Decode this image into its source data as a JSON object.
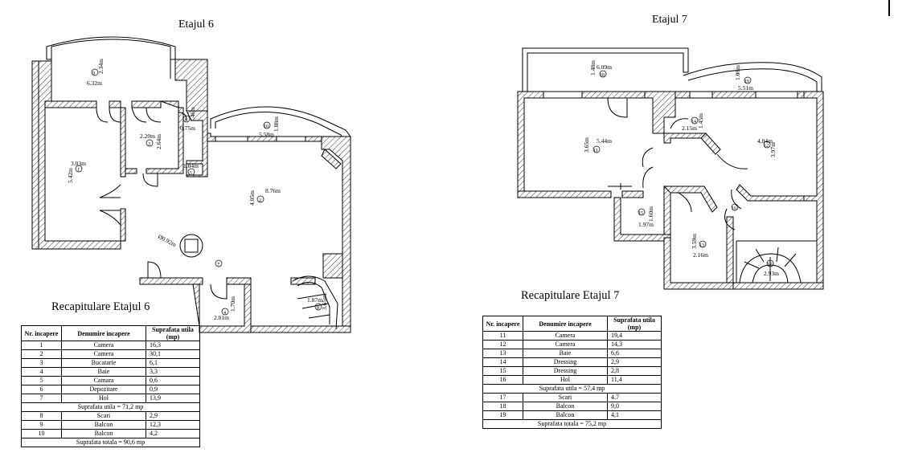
{
  "floor6": {
    "title": "Etajul 6",
    "recap_title": "Recapitulare Etajul 6",
    "headers": [
      "Nr. incapere",
      "Denumire incapere",
      "Suprafata utila (mp)"
    ],
    "rows": [
      {
        "nr": "1",
        "name": "Camera",
        "area": "16,3"
      },
      {
        "nr": "2",
        "name": "Camera",
        "area": "30,1"
      },
      {
        "nr": "3",
        "name": "Bucatarie",
        "area": "6,1"
      },
      {
        "nr": "4",
        "name": "Baie",
        "area": "3,3"
      },
      {
        "nr": "5",
        "name": "Camara",
        "area": "0,6"
      },
      {
        "nr": "6",
        "name": "Depozitare",
        "area": "0,9"
      },
      {
        "nr": "7",
        "name": "Hol",
        "area": "13,9"
      }
    ],
    "subtotal": "Suprafata utila = 71,2 mp",
    "extra_rows": [
      {
        "nr": "8",
        "name": "Scari",
        "area": "2,9"
      },
      {
        "nr": "9",
        "name": "Balcon",
        "area": "12,3"
      },
      {
        "nr": "10",
        "name": "Balcon",
        "area": "4,2"
      }
    ],
    "total": "Suprafata totala = 90,6 mp",
    "labels": {
      "r1": "3.03m",
      "r1b": "5.42m",
      "r2": "8.76m",
      "r2b": "4.05m",
      "r3": "2.20m",
      "r3b": "2.64m",
      "r4": "2.01m",
      "r4b": "1.70m",
      "r5": "1.04m",
      "r6": "0.75m",
      "r6b": "1.46m",
      "r8": "1.87m",
      "r8b": "3.65m",
      "r9": "6.32m",
      "r9b": "2.34m",
      "r10": "5.58m",
      "r10b": "1.08m",
      "dia": "Ø0.92m"
    }
  },
  "floor7": {
    "title": "Etajul 7",
    "recap_title": "Recapitulare Etajul 7",
    "headers": [
      "Nr. incapere",
      "Denumire incapere",
      "Suprafata utila (mp)"
    ],
    "rows": [
      {
        "nr": "11",
        "name": "Camera",
        "area": "19,4"
      },
      {
        "nr": "12",
        "name": "Camera",
        "area": "14,3"
      },
      {
        "nr": "13",
        "name": "Baie",
        "area": "6,6"
      },
      {
        "nr": "14",
        "name": "Dressing",
        "area": "2,9"
      },
      {
        "nr": "15",
        "name": "Dressing",
        "area": "2,8"
      },
      {
        "nr": "16",
        "name": "Hol",
        "area": "11,4"
      }
    ],
    "subtotal": "Suprafata utila = 57,4 mp",
    "extra_rows": [
      {
        "nr": "17",
        "name": "Scari",
        "area": "4.7"
      },
      {
        "nr": "18",
        "name": "Balcon",
        "area": "9,0"
      },
      {
        "nr": "19",
        "name": "Balcon",
        "area": "4,1"
      }
    ],
    "total": "Suprafata totala = 75,2 mp",
    "labels": {
      "r11": "5.44m",
      "r11b": "3.65m",
      "r12": "4.04m",
      "r12b": "3.97m",
      "r13": "2.16m",
      "r13b": "3.59m",
      "r14": "2.15m",
      "r14b": "1.45m",
      "r15": "1.97m",
      "r15b": "1.60m",
      "r17": "2.93m",
      "r18": "6.09m",
      "r18b": "1.48m",
      "r19": "5.51m",
      "r19b": "1.06m"
    }
  }
}
